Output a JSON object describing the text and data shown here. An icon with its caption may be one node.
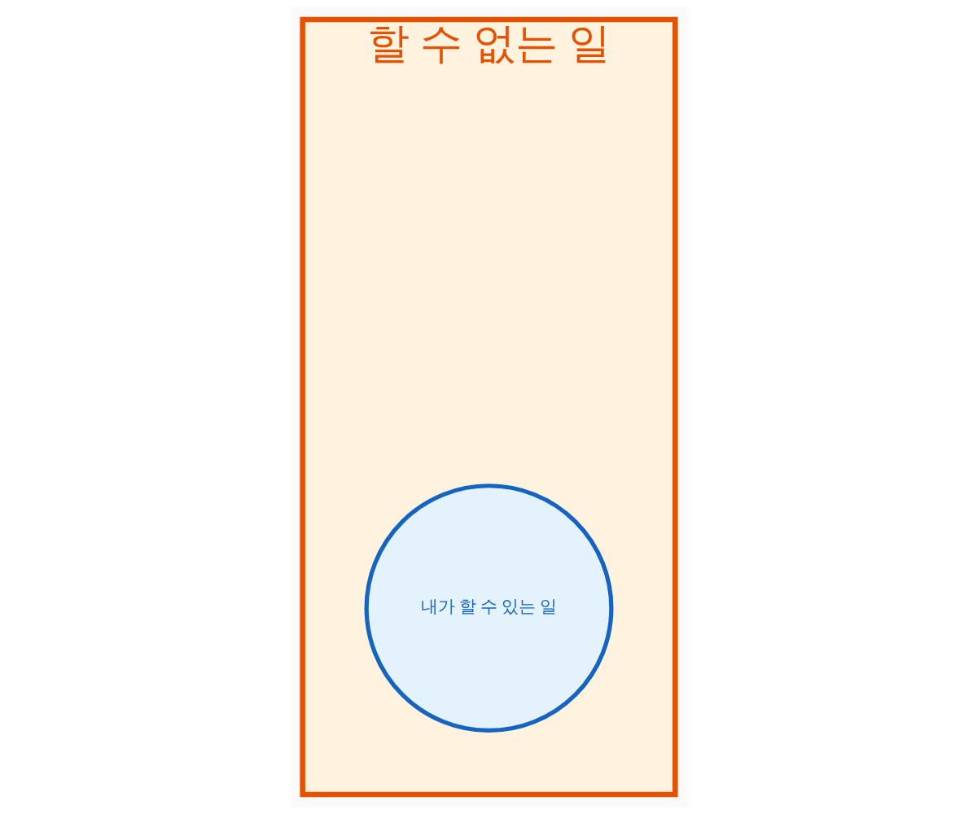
{
  "diagram": {
    "nodes": [
      {
        "text": [
          "할 수 없는 일"
        ]
      },
      {
        "text": [
          "내가 할 수 있는 일"
        ],
        "in": 0
      }
    ]
  }
}
